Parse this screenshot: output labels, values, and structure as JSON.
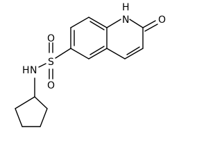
{
  "structure": {
    "atoms": {
      "nh_ring": "H",
      "n_ring": "N",
      "o_carbonyl": "O",
      "s_sulfonyl": "S",
      "o_sulfonyl_top": "O",
      "o_sulfonyl_bottom": "O",
      "n_amine": "N",
      "h_amine": "H"
    }
  },
  "colors": {
    "bond": "#000000",
    "label": "#000000",
    "background": "#ffffff"
  }
}
